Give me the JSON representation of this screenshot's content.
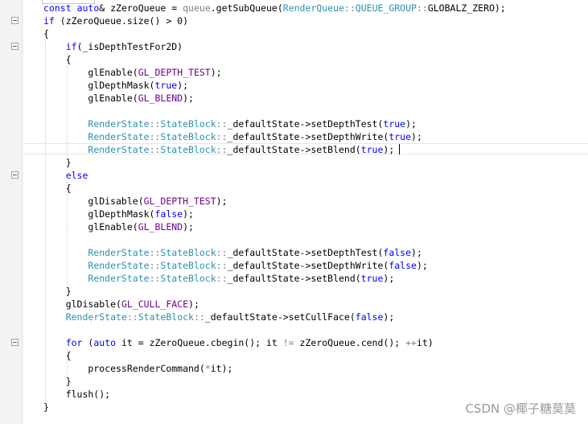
{
  "editor": {
    "lines": [
      [
        {
          "t": "const",
          "c": "kw"
        },
        {
          "t": " "
        },
        {
          "t": "auto",
          "c": "kw"
        },
        {
          "t": "& zZeroQueue = "
        },
        {
          "t": "queue",
          "c": "dim"
        },
        {
          "t": ".getSubQueue("
        },
        {
          "t": "RenderQueue",
          "c": "type"
        },
        {
          "t": "::",
          "c": "dim"
        },
        {
          "t": "QUEUE_GROUP",
          "c": "type"
        },
        {
          "t": "::",
          "c": "dim"
        },
        {
          "t": "GLOBALZ_ZERO);"
        }
      ],
      [
        {
          "t": "if",
          "c": "kw"
        },
        {
          "t": " (zZeroQueue.size() > 0)"
        }
      ],
      [
        {
          "t": "{"
        }
      ],
      [
        {
          "t": "    "
        },
        {
          "t": "if",
          "c": "kw"
        },
        {
          "t": "(_isDepthTestFor2D)"
        }
      ],
      [
        {
          "t": "    {"
        }
      ],
      [
        {
          "t": "        glEnable("
        },
        {
          "t": "GL_DEPTH_TEST",
          "c": "mac"
        },
        {
          "t": ");"
        }
      ],
      [
        {
          "t": "        glDepthMask("
        },
        {
          "t": "true",
          "c": "kw"
        },
        {
          "t": ");"
        }
      ],
      [
        {
          "t": "        glEnable("
        },
        {
          "t": "GL_BLEND",
          "c": "mac"
        },
        {
          "t": ");"
        }
      ],
      [
        {
          "t": ""
        }
      ],
      [
        {
          "t": "        "
        },
        {
          "t": "RenderState",
          "c": "type"
        },
        {
          "t": "::",
          "c": "dim"
        },
        {
          "t": "StateBlock",
          "c": "type"
        },
        {
          "t": "::",
          "c": "dim"
        },
        {
          "t": "_defaultState->setDepthTest("
        },
        {
          "t": "true",
          "c": "kw"
        },
        {
          "t": ");"
        }
      ],
      [
        {
          "t": "        "
        },
        {
          "t": "RenderState",
          "c": "type"
        },
        {
          "t": "::",
          "c": "dim"
        },
        {
          "t": "StateBlock",
          "c": "type"
        },
        {
          "t": "::",
          "c": "dim"
        },
        {
          "t": "_defaultState->setDepthWrite("
        },
        {
          "t": "true",
          "c": "kw"
        },
        {
          "t": ");"
        }
      ],
      [
        {
          "t": "        "
        },
        {
          "t": "RenderState",
          "c": "type"
        },
        {
          "t": "::",
          "c": "dim"
        },
        {
          "t": "StateBlock",
          "c": "type"
        },
        {
          "t": "::",
          "c": "dim"
        },
        {
          "t": "_defaultState->setBlend("
        },
        {
          "t": "true",
          "c": "kw"
        },
        {
          "t": ");"
        }
      ],
      [
        {
          "t": "    }"
        }
      ],
      [
        {
          "t": "    "
        },
        {
          "t": "else",
          "c": "kw"
        }
      ],
      [
        {
          "t": "    {"
        }
      ],
      [
        {
          "t": "        glDisable("
        },
        {
          "t": "GL_DEPTH_TEST",
          "c": "mac"
        },
        {
          "t": ");"
        }
      ],
      [
        {
          "t": "        glDepthMask("
        },
        {
          "t": "false",
          "c": "kw"
        },
        {
          "t": ");"
        }
      ],
      [
        {
          "t": "        glEnable("
        },
        {
          "t": "GL_BLEND",
          "c": "mac"
        },
        {
          "t": ");"
        }
      ],
      [
        {
          "t": ""
        }
      ],
      [
        {
          "t": "        "
        },
        {
          "t": "RenderState",
          "c": "type"
        },
        {
          "t": "::",
          "c": "dim"
        },
        {
          "t": "StateBlock",
          "c": "type"
        },
        {
          "t": "::",
          "c": "dim"
        },
        {
          "t": "_defaultState->setDepthTest("
        },
        {
          "t": "false",
          "c": "kw"
        },
        {
          "t": ");"
        }
      ],
      [
        {
          "t": "        "
        },
        {
          "t": "RenderState",
          "c": "type"
        },
        {
          "t": "::",
          "c": "dim"
        },
        {
          "t": "StateBlock",
          "c": "type"
        },
        {
          "t": "::",
          "c": "dim"
        },
        {
          "t": "_defaultState->setDepthWrite("
        },
        {
          "t": "false",
          "c": "kw"
        },
        {
          "t": ");"
        }
      ],
      [
        {
          "t": "        "
        },
        {
          "t": "RenderState",
          "c": "type"
        },
        {
          "t": "::",
          "c": "dim"
        },
        {
          "t": "StateBlock",
          "c": "type"
        },
        {
          "t": "::",
          "c": "dim"
        },
        {
          "t": "_defaultState->setBlend("
        },
        {
          "t": "true",
          "c": "kw"
        },
        {
          "t": ");"
        }
      ],
      [
        {
          "t": "    }"
        }
      ],
      [
        {
          "t": "    glDisable("
        },
        {
          "t": "GL_CULL_FACE",
          "c": "mac"
        },
        {
          "t": ");"
        }
      ],
      [
        {
          "t": "    "
        },
        {
          "t": "RenderState",
          "c": "type"
        },
        {
          "t": "::",
          "c": "dim"
        },
        {
          "t": "StateBlock",
          "c": "type"
        },
        {
          "t": "::",
          "c": "dim"
        },
        {
          "t": "_defaultState->setCullFace("
        },
        {
          "t": "false",
          "c": "kw"
        },
        {
          "t": ");"
        }
      ],
      [
        {
          "t": ""
        }
      ],
      [
        {
          "t": "    "
        },
        {
          "t": "for",
          "c": "kw"
        },
        {
          "t": " ("
        },
        {
          "t": "auto",
          "c": "kw"
        },
        {
          "t": " it = zZeroQueue.cbegin(); it "
        },
        {
          "t": "!=",
          "c": "dim"
        },
        {
          "t": " zZeroQueue.cend(); "
        },
        {
          "t": "++",
          "c": "dim"
        },
        {
          "t": "it)"
        }
      ],
      [
        {
          "t": "    {"
        }
      ],
      [
        {
          "t": "        processRenderCommand("
        },
        {
          "t": "*",
          "c": "dim"
        },
        {
          "t": "it);"
        }
      ],
      [
        {
          "t": "    }"
        }
      ],
      [
        {
          "t": "    flush();"
        }
      ],
      [
        {
          "t": "}"
        }
      ]
    ],
    "folds": [
      1,
      3,
      13,
      26
    ]
  },
  "watermark": "CSDN @椰子糖莫莫"
}
